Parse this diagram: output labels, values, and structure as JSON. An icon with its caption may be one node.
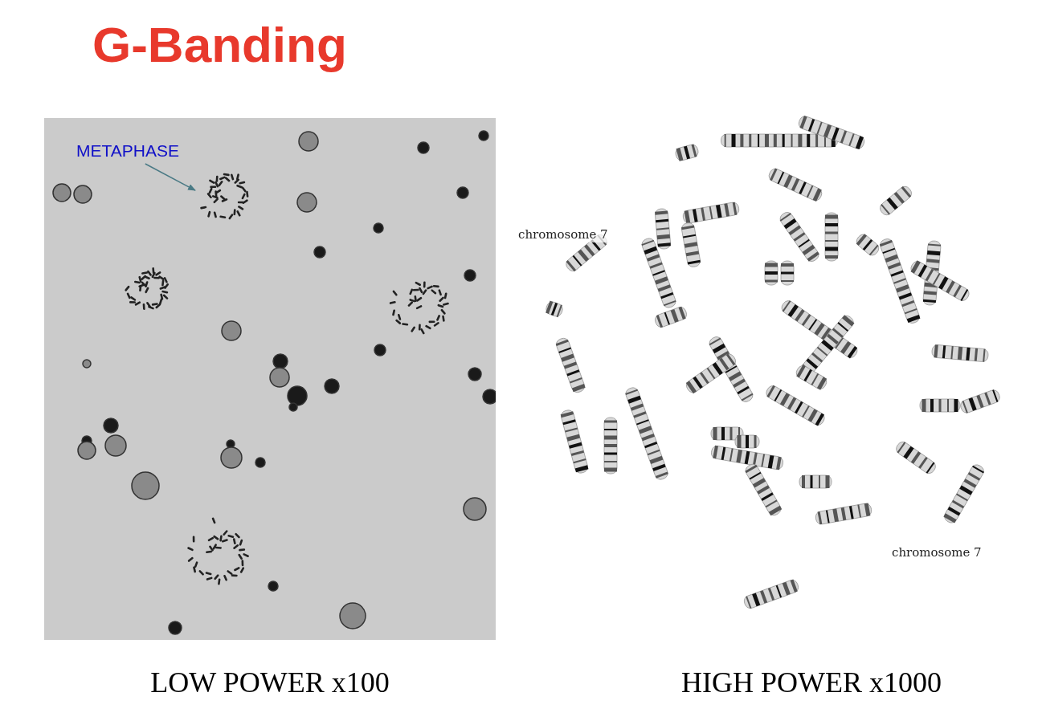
{
  "diagram": {
    "title": "G-Banding",
    "nodes": [
      {
        "text": [],
        "shape": "picture",
        "beside": [
          "LOW POWER x100"
        ]
      },
      {
        "text": [
          "METAPHASE"
        ],
        "in": 0
      },
      {
        "text": [],
        "shape": "picture",
        "in": 0
      },
      {
        "text": [],
        "shape": "picture",
        "beside": [
          "HIGH POWER x1000"
        ]
      }
    ],
    "edges": [
      {
        "from": 1,
        "to": 2,
        "arrow": "to"
      }
    ],
    "labels": [
      "chromosome 7",
      "chromosome 7"
    ]
  }
}
